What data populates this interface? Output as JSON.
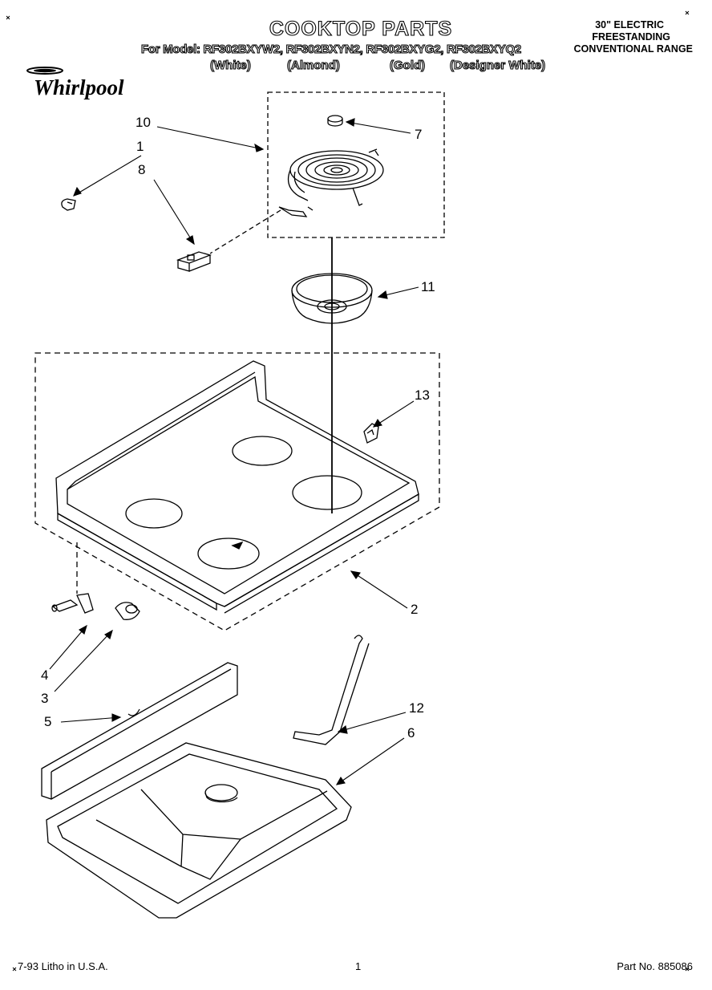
{
  "header": {
    "title": "COOKTOP PARTS",
    "model_line": "For Model: RF302BXYW2, RF302BXYN2, RF302BXYG2, RF302BXYQ2",
    "colors": [
      "(White)",
      "(Almond)",
      "(Gold)",
      "(Designer White)"
    ],
    "range_type": [
      "30\" ELECTRIC",
      "FREESTANDING",
      "CONVENTIONAL RANGE"
    ],
    "brand": "Whirlpool"
  },
  "callouts": [
    "10",
    "1",
    "8",
    "7",
    "11",
    "13",
    "2",
    "4",
    "3",
    "5",
    "12",
    "6"
  ],
  "footer": {
    "litho": "7-93 Litho in U.S.A.",
    "page_number": "1",
    "part_number": "Part No. 885086"
  }
}
